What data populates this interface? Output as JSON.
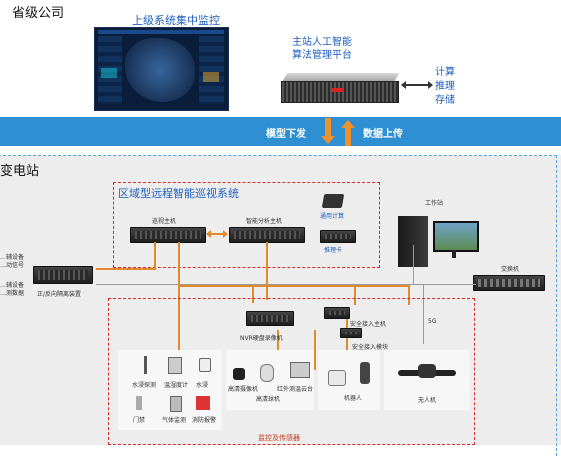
{
  "top": {
    "province_title": "省级公司",
    "monitor_label": "上级系统集中监控",
    "platform_label_line1": "主站人工智能",
    "platform_label_line2": "算法管理平台",
    "functions": [
      "计算",
      "推理",
      "存储"
    ]
  },
  "band": {
    "down_label": "模型下发",
    "up_label": "数据上传"
  },
  "station": {
    "title": "变电站",
    "system_title": "区域型远程智能巡视系统",
    "patrol_host": "巡视主机",
    "analysis_host": "智能分析主机",
    "general_compute": "通用计算",
    "inference_card": "推理卡",
    "workstation": "工作站",
    "switch": "交换机",
    "left_label_1a": "…辅设备",
    "left_label_1b": "…动信号",
    "left_label_2a": "…辅设备",
    "left_label_2b": "…测数据",
    "isolation_device": "正/反向隔离装置",
    "nvr": "NVR硬盘录像机",
    "secure_access_1": "安全接入主机",
    "secure_access_2": "安全接入模块",
    "five_g": "5G",
    "sensors": [
      "水浸探测",
      "温湿度计",
      "水浸",
      "门禁",
      "气体监测",
      "消防报警"
    ],
    "camera_label_1": "高清摄像机",
    "camera_label_2": "红外测温云台",
    "camera_label_3": "高清球机",
    "robot": "机器人",
    "drone": "无人机",
    "monitor_section": "监控及传感器"
  }
}
